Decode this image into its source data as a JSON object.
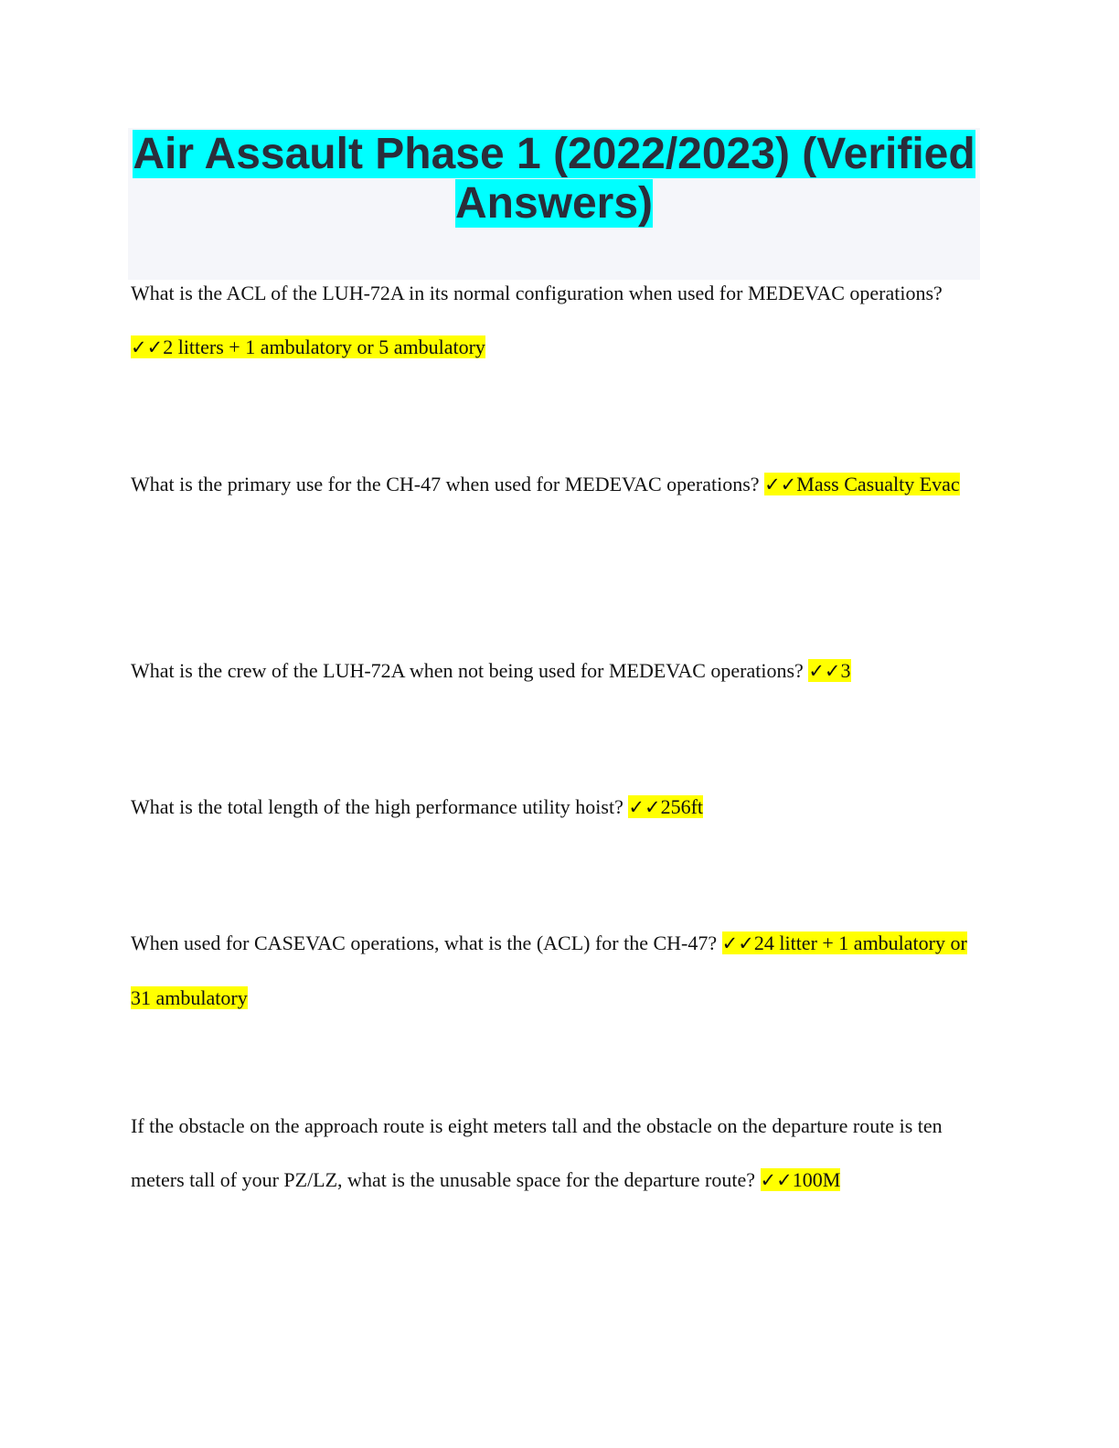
{
  "document": {
    "title": "Air Assault Phase 1 (2022/2023) (Verified Answers)",
    "check_mark": "✓✓",
    "qa": [
      {
        "question": "What is the ACL of the LUH-72A in its normal configuration when used for MEDEVAC operations?",
        "answer": "2 litters + 1 ambulatory or 5 ambulatory"
      },
      {
        "question": "What is the primary use for the CH-47 when used for MEDEVAC operations?",
        "answer": "Mass Casualty Evac"
      },
      {
        "question": "What is the crew of the LUH-72A when not being used for MEDEVAC operations?",
        "answer": "3"
      },
      {
        "question": "What is the total length of the high performance utility hoist?",
        "answer": "256ft"
      },
      {
        "question": "When used for CASEVAC operations, what is the (ACL) for the CH-47?",
        "answer": "24 litter + 1 ambulatory or 31 ambulatory"
      },
      {
        "question": "If the obstacle on the approach route is eight meters tall and the obstacle on the departure route is ten meters tall of your PZ/LZ, what is the unusable space for the departure route?",
        "answer": "100M"
      }
    ]
  },
  "colors": {
    "title_highlight": "#00ffff",
    "answer_highlight": "#ffff00",
    "title_box_background": "#f5f6fa",
    "title_text": "#2a2d3a"
  }
}
